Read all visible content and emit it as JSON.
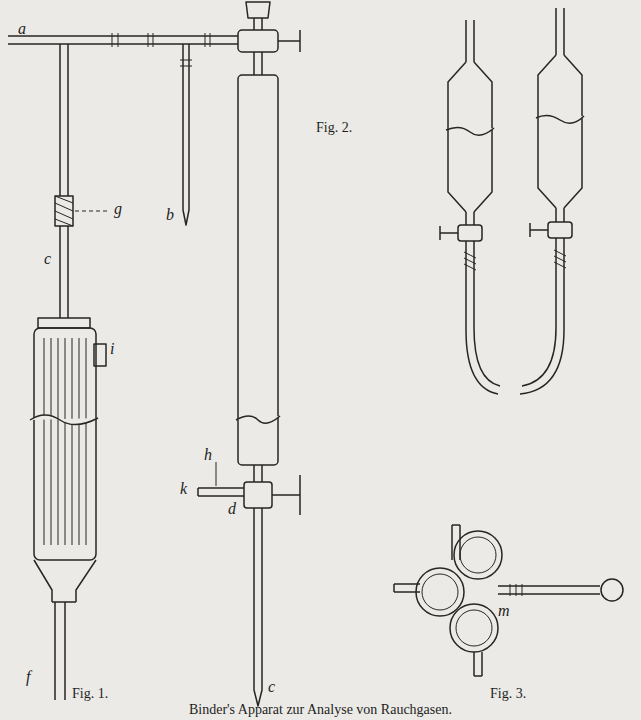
{
  "diagram": {
    "caption": "Binder's Apparat zur Analyse von Rauchgasen.",
    "labels": [
      "a",
      "g",
      "b",
      "Fig. 2.",
      "c",
      "i",
      "h",
      "k",
      "d",
      "f",
      "c",
      "Fig. 1.",
      "m",
      "Fig. 3."
    ]
  }
}
